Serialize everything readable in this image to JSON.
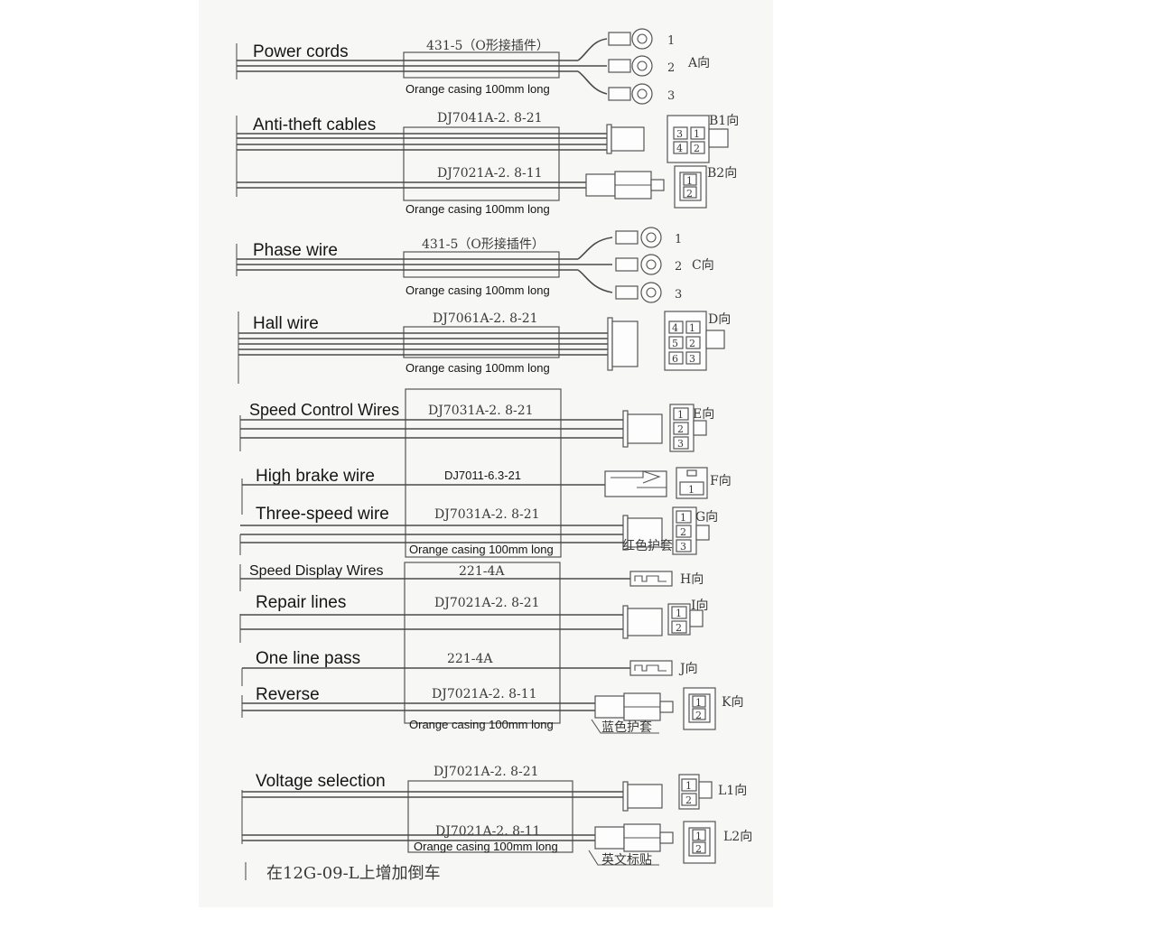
{
  "groups": {
    "power_cords": {
      "label": "Power cords",
      "part": "431-5（O形接插件）",
      "casing": "Orange casing 100mm long",
      "pins": [
        "1",
        "2",
        "3"
      ],
      "direction": "A向"
    },
    "anti_theft": {
      "label": "Anti-theft cables",
      "part_top": "DJ7041A-2. 8-21",
      "part_bottom": "DJ7021A-2. 8-11",
      "casing": "Orange casing 100mm long",
      "dir_b1": "B1向",
      "dir_b2": "B2向",
      "pins_b1": [
        "3",
        "1",
        "4",
        "2"
      ],
      "pins_b2": [
        "1",
        "2"
      ]
    },
    "phase_wire": {
      "label": "Phase wire",
      "part": "431-5（O形接插件）",
      "casing": "Orange casing 100mm long",
      "pins": [
        "1",
        "2",
        "3"
      ],
      "direction": "C向"
    },
    "hall_wire": {
      "label": "Hall wire",
      "part": "DJ7061A-2. 8-21",
      "casing": "Orange casing 100mm long",
      "direction": "D向",
      "pins": [
        "4",
        "1",
        "5",
        "2",
        "6",
        "3"
      ]
    },
    "speed_control": {
      "label": "Speed Control Wires",
      "part": "DJ7031A-2. 8-21",
      "direction": "E向",
      "pins": [
        "1",
        "2",
        "3"
      ]
    },
    "high_brake": {
      "label": "High brake wire",
      "part": "DJ7011-6.3-21",
      "direction": "F向",
      "pins": [
        "1"
      ]
    },
    "three_speed": {
      "label": "Three-speed wire",
      "part": "DJ7031A-2. 8-21",
      "casing": "Orange casing 100mm long",
      "direction": "G向",
      "pins": [
        "1",
        "2",
        "3"
      ],
      "note": "红色护套"
    },
    "speed_display": {
      "label": "Speed Display Wires",
      "part": "221-4A",
      "direction": "H向"
    },
    "repair_lines": {
      "label": "Repair lines",
      "part": "DJ7021A-2. 8-21",
      "direction": "I向",
      "pins": [
        "1",
        "2"
      ]
    },
    "one_line_pass": {
      "label": "One line pass",
      "part": "221-4A",
      "direction": "J向"
    },
    "reverse": {
      "label": "Reverse",
      "part": "DJ7021A-2. 8-11",
      "casing": "Orange casing 100mm long",
      "direction": "K向",
      "pins": [
        "1",
        "2"
      ],
      "note": "蓝色护套"
    },
    "voltage_selection": {
      "label": "Voltage selection",
      "part_top": "DJ7021A-2. 8-21",
      "part_bottom": "DJ7021A-2. 8-11",
      "casing": "Orange casing 100mm long",
      "dir_l1": "L1向",
      "dir_l2": "L2向",
      "pins_l1": [
        "1",
        "2"
      ],
      "pins_l2": [
        "1",
        "2"
      ],
      "note": "英文标贴"
    }
  },
  "footer": "在12G-09-L上增加倒车",
  "colors": {
    "ink": "#151515",
    "print": "#3a3a3a",
    "line": "#4a4a4a",
    "paper": "#f7f7f5"
  }
}
